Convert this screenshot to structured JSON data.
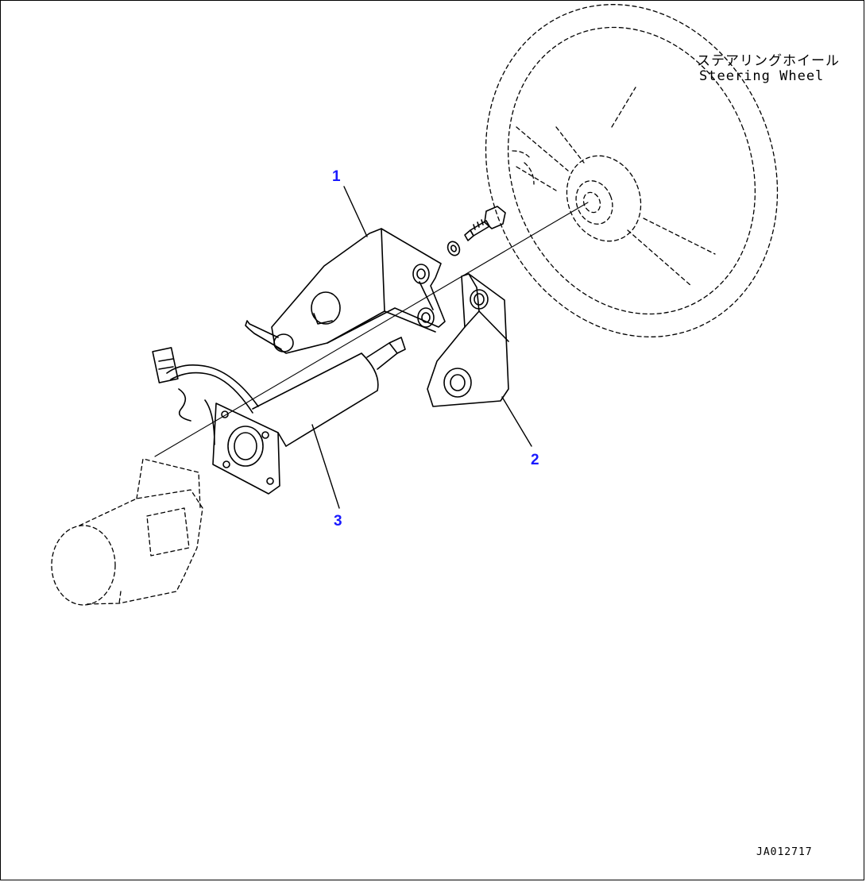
{
  "labels": {
    "steering_wheel_jp": "ステアリングホイール",
    "steering_wheel_en": "Steering Wheel"
  },
  "callouts": [
    "1",
    "2",
    "3"
  ],
  "drawing_code": "JA012717",
  "colors": {
    "line": "#000000",
    "callout": "#1a1aff",
    "background": "#ffffff"
  }
}
